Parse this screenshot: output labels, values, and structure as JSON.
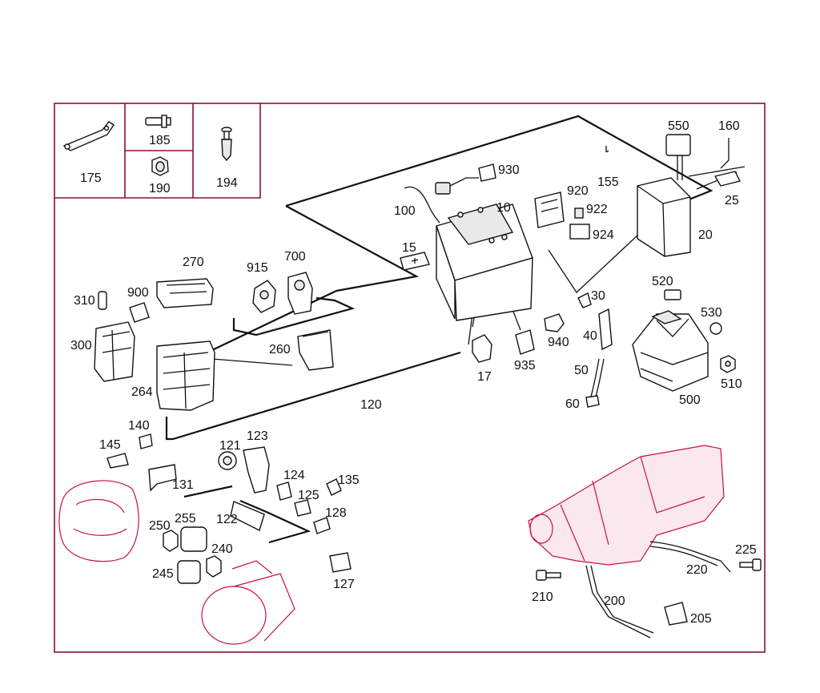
{
  "diagram": {
    "colors": {
      "frame": "#8a1030",
      "ink": "#111111",
      "context_parts": "#c8103e",
      "background": "#ffffff"
    },
    "legend_box": {
      "items": [
        "175",
        "185",
        "190",
        "194"
      ]
    },
    "callouts": {
      "c10": "10",
      "c15": "15",
      "c17": "17",
      "c20": "20",
      "c25": "25",
      "c30": "30",
      "c40": "40",
      "c50": "50",
      "c60": "60",
      "c100": "100",
      "c120": "120",
      "c121": "121",
      "c122": "122",
      "c123": "123",
      "c124": "124",
      "c125": "125",
      "c127": "127",
      "c128": "128",
      "c131": "131",
      "c135": "135",
      "c140": "140",
      "c145": "145",
      "c155": "155",
      "c160": "160",
      "c175": "175",
      "c185": "185",
      "c190": "190",
      "c194": "194",
      "c200": "200",
      "c205": "205",
      "c210": "210",
      "c220": "220",
      "c225": "225",
      "c240": "240",
      "c245": "245",
      "c250": "250",
      "c255": "255",
      "c260": "260",
      "c264": "264",
      "c270": "270",
      "c300": "300",
      "c310": "310",
      "c500": "500",
      "c510": "510",
      "c520": "520",
      "c530": "530",
      "c550": "550",
      "c700": "700",
      "c900": "900",
      "c915": "915",
      "c920": "920",
      "c922": "922",
      "c924": "924",
      "c930": "930",
      "c935": "935",
      "c940": "940"
    }
  }
}
